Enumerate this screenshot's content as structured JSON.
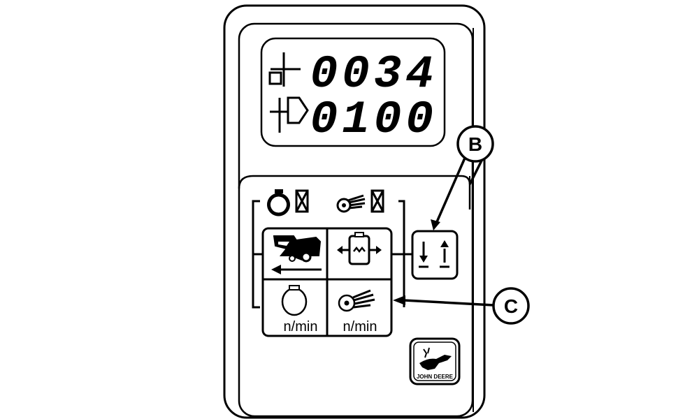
{
  "display": {
    "row1_value": "0034",
    "row2_value": "0100",
    "row1_icon": "area-counter-icon",
    "row2_icon": "area-total-icon"
  },
  "status_indicators": {
    "engine_check_icon": "engine-with-checkbox-icon",
    "rotor_check_icon": "rotor-with-checkbox-icon"
  },
  "mode_buttons": {
    "ground_speed_icon": "combine-harvester-icon",
    "separator_icon": "threshing-cylinder-icon",
    "engine_speed_unit": "n/min",
    "rotor_speed_unit": "n/min"
  },
  "adjust_button": {
    "icon": "down-up-arrows-icon"
  },
  "callouts": {
    "b": "B",
    "c": "C"
  },
  "logo": {
    "text": "JOHN DEERE"
  },
  "colors": {
    "ink": "#000000",
    "paper": "#ffffff"
  }
}
